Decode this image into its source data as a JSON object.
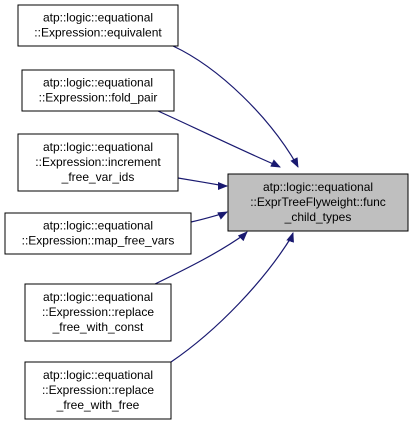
{
  "colors": {
    "node_fill": "#ffffff",
    "target_fill": "#bfbfbf",
    "edge": "#191970",
    "text": "#000000"
  },
  "target": {
    "lines": [
      "atp::logic::equational",
      "::ExprTreeFlyweight::func",
      "_child_types"
    ]
  },
  "callers": [
    {
      "lines": [
        "atp::logic::equational",
        "::Expression::equivalent"
      ]
    },
    {
      "lines": [
        "atp::logic::equational",
        "::Expression::fold_pair"
      ]
    },
    {
      "lines": [
        "atp::logic::equational",
        "::Expression::increment",
        "_free_var_ids"
      ]
    },
    {
      "lines": [
        "atp::logic::equational",
        "::Expression::map_free_vars"
      ]
    },
    {
      "lines": [
        "atp::logic::equational",
        "::Expression::replace",
        "_free_with_const"
      ]
    },
    {
      "lines": [
        "atp::logic::equational",
        "::Expression::replace",
        "_free_with_free"
      ]
    }
  ]
}
